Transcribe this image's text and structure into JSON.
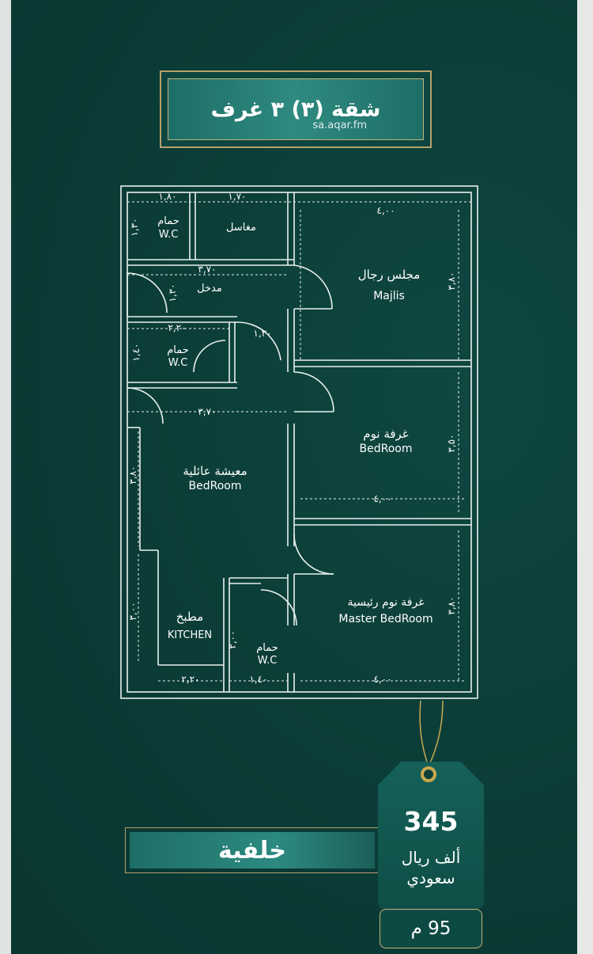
{
  "header": {
    "title": "شقة (٣) ٣ غرف",
    "watermark": "sa.aqar.fm"
  },
  "rooms": {
    "majlis_ar": "مجلس رجال",
    "majlis_en": "Majlis",
    "bedroom_ar": "غرفة نوم",
    "bedroom_en": "BedRoom",
    "living_ar": "معيشة عائلية",
    "living_en": "BedRoom",
    "master_ar": "غرفة نوم رئيسية",
    "master_en": "Master BedRoom",
    "kitchen_ar": "مطبخ",
    "kitchen_en": "KITCHEN",
    "wc1_ar": "حمام",
    "wc1_en": "W.C",
    "wc2_ar": "حمام",
    "wc2_en": "W.C",
    "wc3_ar": "حمام",
    "wc3_en": "W.C",
    "sinks_ar": "مغاسل",
    "entrance_ar": "مدخل"
  },
  "dimensions": {
    "d_wc1_w": "١,٨٠",
    "d_sinks_w": "١,٧٠",
    "d_wc1_h": "١,٣٠",
    "d_majlis_w": "٤,٠٠",
    "d_majlis_h": "٣,٨٠",
    "d_entr_w": "٣,٧٠",
    "d_entr_h": "١,٣٠",
    "d_wc2_w": "٢,٢٠",
    "d_wc2_h": "١,٤٠",
    "d_door": "١,٣٠",
    "d_living_w": "٣,٧٠",
    "d_living_h": "٣,٨٠",
    "d_bed_h": "٣,٥٠",
    "d_bed_w": "٤,٠٠",
    "d_kitchen_h": "٣,٠٠",
    "d_kitchen_w": "٢,٢٠",
    "d_wc3_h": "٢,٠٠",
    "d_wc3_w": "١,٤٠",
    "d_master_h": "٣,٨٠",
    "d_master_w": "٤,٠٠"
  },
  "location_label": "خلفية",
  "price": {
    "value": "345",
    "currency": "ألف ريال سعودي"
  },
  "area": "95 م",
  "colors": {
    "background": "#0b3d38",
    "accent_gold": "#c9a94f",
    "panel_teal": "#2f8a80"
  }
}
